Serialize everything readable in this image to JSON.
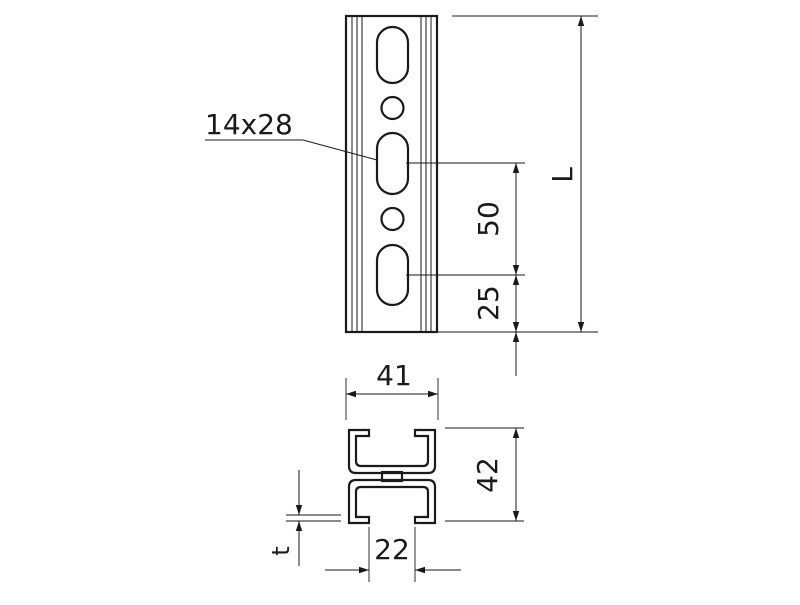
{
  "drawing": {
    "slot_label": "14x28",
    "dim_length": "L",
    "dim_pitch": "50",
    "dim_edge": "25",
    "dim_width": "41",
    "dim_height": "42",
    "dim_slot_spacing": "22",
    "dim_thickness": "t"
  },
  "colors": {
    "line": "#1a1a1a",
    "background": "#ffffff"
  }
}
